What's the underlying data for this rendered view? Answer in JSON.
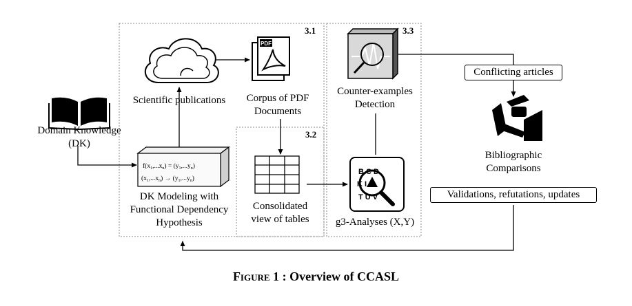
{
  "sections": {
    "s31": "3.1",
    "s32": "3.2",
    "s33": "3.3"
  },
  "nodes": {
    "domain_knowledge": [
      "Domain Knowledge",
      "(DK)"
    ],
    "scientific_publications": "Scientific publications",
    "corpus_pdf": [
      "Corpus of PDF",
      "Documents"
    ],
    "dk_modeling": [
      "DK Modeling with",
      "Functional Dependency",
      "Hypothesis"
    ],
    "consolidated_view": [
      "Consolidated",
      "view of tables"
    ],
    "counter_examples": [
      "Counter-examples",
      "Detection"
    ],
    "g3_analyses": "g3-Analyses (X,Y)",
    "conflicting_articles": "Conflicting articles",
    "bibliographic": [
      "Bibliographic",
      "Comparisons"
    ],
    "validations": "Validations, refutations, updates"
  },
  "pdf_icon_text": "PDF",
  "fd_formulas": {
    "line1": "f(x1,...xn) = (y1,...yn)",
    "line2": "(x1,...xn) → (y1,...yn)"
  },
  "icons": [
    "book-icon",
    "cloud-icon",
    "pdf-document-icon",
    "table-grid-icon",
    "waveform-cube-icon",
    "magnifier-letters-icon",
    "officer-reading-icon",
    "hypothesis-box-icon"
  ],
  "caption": {
    "figure_label": "Figure 1",
    "separator": " : ",
    "text": "Overview of CCASL"
  }
}
